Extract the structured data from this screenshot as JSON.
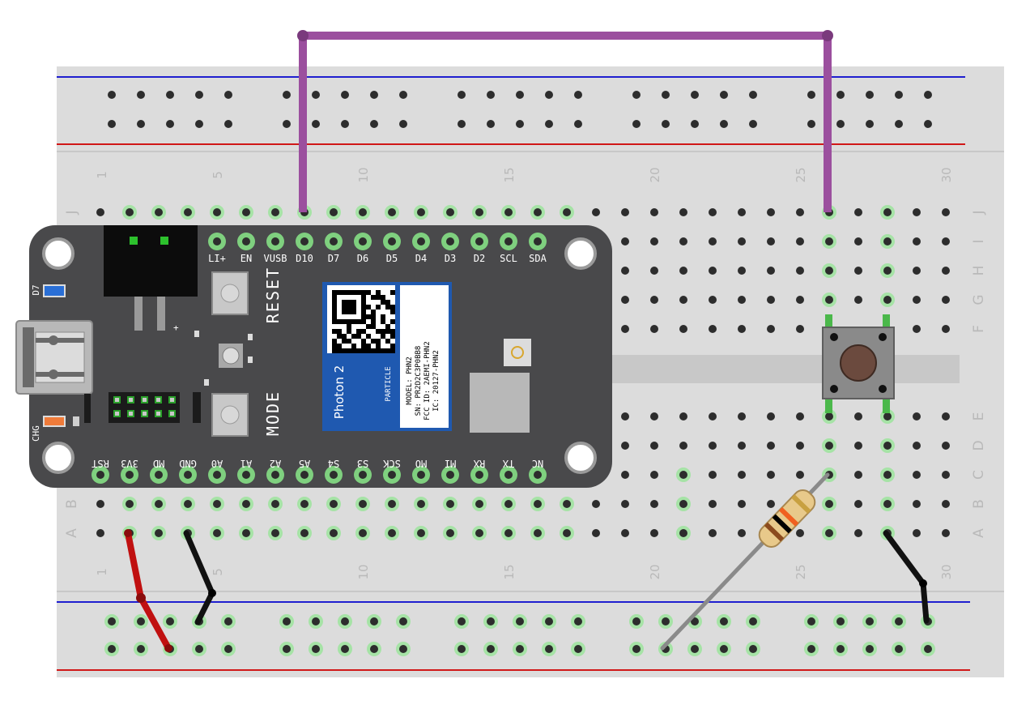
{
  "breadboard": {
    "column_numbers_top": [
      "1",
      "5",
      "10",
      "15",
      "20",
      "25",
      "30"
    ],
    "column_numbers_bottom": [
      "1",
      "5",
      "10",
      "15",
      "20",
      "25",
      "30"
    ],
    "row_letters_top": [
      "J",
      "I",
      "H",
      "G",
      "F"
    ],
    "row_letters_bottom": [
      "E",
      "D",
      "C",
      "B",
      "A"
    ],
    "rail_line_colors": {
      "blue": "#1f1fcf",
      "red": "#d01818"
    }
  },
  "photon": {
    "top_pins": [
      "LI+",
      "EN",
      "VUSB",
      "D10",
      "D7",
      "D6",
      "D5",
      "D4",
      "D3",
      "D2",
      "SCL",
      "SDA"
    ],
    "bottom_pins": [
      "RST",
      "3V3",
      "MD",
      "GND",
      "A0",
      "A1",
      "A2",
      "A5",
      "S4",
      "S3",
      "SCK",
      "MO",
      "MI",
      "RX",
      "TX",
      "NC"
    ],
    "reset_label": "RESET",
    "mode_label": "MODE",
    "d7_label": "D7",
    "chg_label": "CHG",
    "plus_label": "+",
    "module": {
      "brand": "Photon 2",
      "maker": "PARTICLE",
      "lines": [
        "MODEL: PHN2",
        "SN: PR2D2C3P0BB8",
        "FCC ID: 2AEMI-PHN2",
        "IC: 20127-PHN2"
      ]
    }
  },
  "wires": {
    "purple": "#9b4f9e",
    "red": "#c01010",
    "black": "#111111",
    "resistor_lead": "#8a8a8a"
  }
}
